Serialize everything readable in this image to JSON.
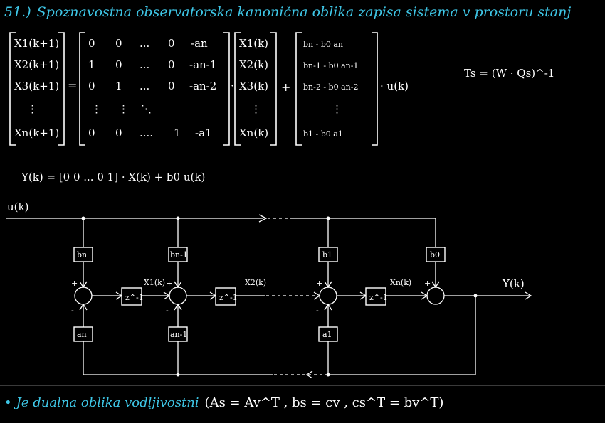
{
  "heading": {
    "number": "51.)",
    "title": "Spoznavostna observatorska kanonična oblika zapisa sistema v prostoru stanj"
  },
  "state_equation": {
    "lhs": [
      "X1(k+1)",
      "X2(k+1)",
      "X3(k+1)",
      "⋮",
      "Xn(k+1)"
    ],
    "equals": "=",
    "A_rows": [
      [
        "0",
        "0",
        "...",
        "0",
        "-an"
      ],
      [
        "1",
        "0",
        "...",
        "0",
        "-an-1"
      ],
      [
        "0",
        "1",
        "...",
        "0",
        "-an-2"
      ],
      [
        "⋮",
        "⋮",
        "⋱",
        "",
        ""
      ],
      [
        "0",
        "0",
        "....",
        "1",
        "-a1"
      ]
    ],
    "dot": "·",
    "x_vector": [
      "X1(k)",
      "X2(k)",
      "X3(k)",
      "⋮",
      "Xn(k)"
    ],
    "plus": "+",
    "b_vector": [
      "bn - b0 an",
      "bn-1 - b0 an-1",
      "bn-2 - b0 an-2",
      "⋮",
      "b1 - b0 a1"
    ],
    "input": "· u(k)"
  },
  "transform": "Ts = (W · Qs)^-1",
  "output_equation": "Y(k) = [0  0  ...  0  1] · X(k) + b0 u(k)",
  "diagram": {
    "input_label": "u(k)",
    "output_label": "Y(k)",
    "top_gains": [
      "bn",
      "bn-1",
      "b1",
      "b0"
    ],
    "bottom_gains": [
      "an",
      "an-1",
      "a1"
    ],
    "delays": [
      "z^-1",
      "z^-1",
      "z^-1"
    ],
    "state_labels": [
      "X1(k)",
      "X2(k)",
      "Xn(k)"
    ],
    "plus_sign": "+",
    "minus_sign": "-"
  },
  "footer": {
    "bullet": "•",
    "text": "Je dualna oblika vodljivostni",
    "math": "(As = Av^T , bs = cv , cs^T = bv^T)"
  }
}
